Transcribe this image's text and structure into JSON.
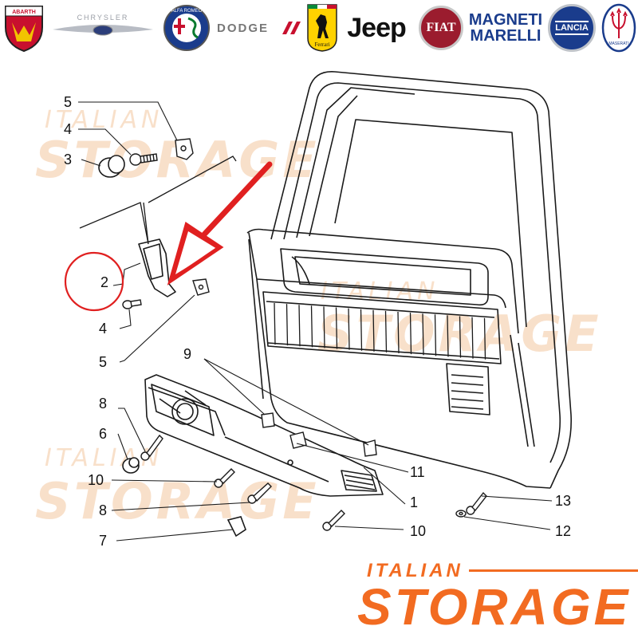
{
  "brand_bar": {
    "logos": [
      {
        "name": "abarth",
        "text": "ABARTH"
      },
      {
        "name": "chrysler",
        "text": "CHRYSLER"
      },
      {
        "name": "alfa-romeo",
        "text": "ALFA ROMEO"
      },
      {
        "name": "dodge",
        "text": "DODGE"
      },
      {
        "name": "ferrari",
        "text": "Ferrari"
      },
      {
        "name": "jeep",
        "text": "Jeep"
      },
      {
        "name": "fiat",
        "text": "FIAT"
      },
      {
        "name": "magneti-marelli",
        "text_line1": "MAGNETI",
        "text_line2": "MARELLI"
      },
      {
        "name": "lancia",
        "text": "LANCIA"
      },
      {
        "name": "maserati",
        "text": "MASERATI"
      }
    ]
  },
  "watermark": {
    "line1": "ITALIAN",
    "line2": "STORAGE"
  },
  "callouts": {
    "c5_top": "5",
    "c4_top": "4",
    "c3": "3",
    "c2": "2",
    "c4_mid": "4",
    "c5_mid": "5",
    "c9": "9",
    "c8_top": "8",
    "c6": "6",
    "c10_left": "10",
    "c8_bottom": "8",
    "c7": "7",
    "c11": "11",
    "c1": "1",
    "c10_bottom": "10",
    "c13": "13",
    "c12": "12"
  },
  "logo": {
    "line1": "ITALIAN",
    "line2": "STORAGE"
  },
  "colors": {
    "accent": "#f26b21",
    "highlight_red": "#e02020",
    "watermark": "#f4c7a0",
    "line": "#1a1a1a"
  }
}
